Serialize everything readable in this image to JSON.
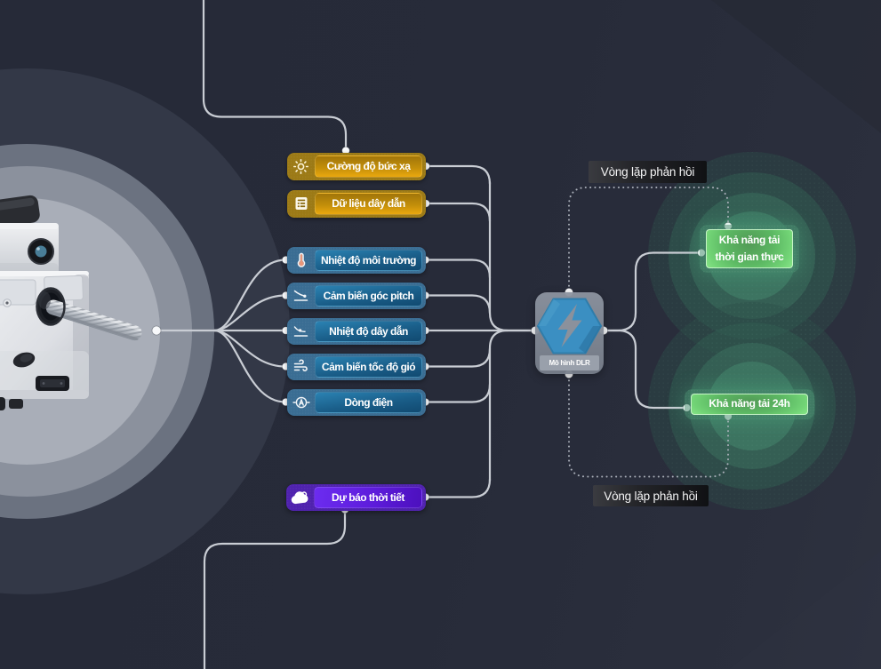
{
  "diagram": {
    "inputs": [
      {
        "label": "Cường độ bức xạ",
        "icon": "sun-icon",
        "group": "gold"
      },
      {
        "label": "Dữ liệu dây dẫn",
        "icon": "data-sheet-icon",
        "group": "gold"
      },
      {
        "label": "Nhiệt độ môi trường",
        "icon": "thermometer-icon",
        "group": "blue"
      },
      {
        "label": "Cảm biến góc pitch",
        "icon": "pitch-angle-icon",
        "group": "blue"
      },
      {
        "label": "Nhiệt độ dây dẫn",
        "icon": "conductor-sag-icon",
        "group": "blue"
      },
      {
        "label": "Cảm biến tốc độ gió",
        "icon": "wind-icon",
        "group": "blue"
      },
      {
        "label": "Dòng điện",
        "icon": "ampere-icon",
        "group": "blue"
      },
      {
        "label": "Dự báo thời tiết",
        "icon": "cloud-icon",
        "group": "purple"
      }
    ],
    "model": {
      "label": "Mô hình DLR",
      "icon": "lightning-hexagon-icon"
    },
    "outputs": [
      {
        "label": "Khả năng tải thời gian thực"
      },
      {
        "label": "Khả năng tải 24h"
      }
    ],
    "feedback": {
      "top_label": "Vòng lặp phản hồi",
      "bottom_label": "Vòng lặp phản hồi"
    },
    "device": {
      "name": "sensor-on-conductor"
    },
    "colors": {
      "background": "#272b39",
      "gold": "#eaa80e",
      "blue": "#1a5e89",
      "purple": "#5d1cdb",
      "green": "#56b160",
      "line": "#c9cdd4",
      "glow": "#3c7a66"
    }
  }
}
